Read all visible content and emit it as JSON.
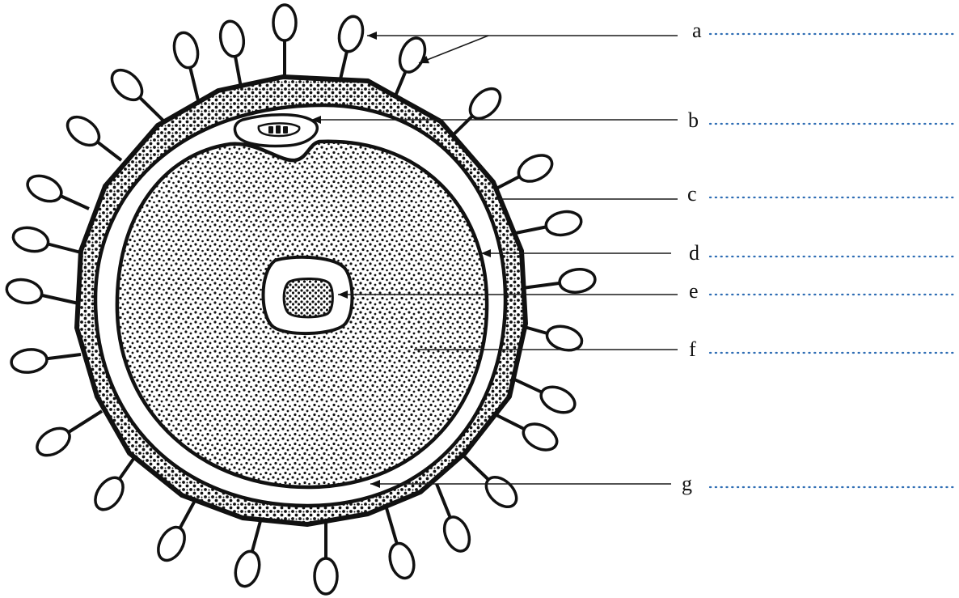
{
  "labels": [
    {
      "id": "a",
      "letter": "a"
    },
    {
      "id": "b",
      "letter": "b"
    },
    {
      "id": "c",
      "letter": "c"
    },
    {
      "id": "d",
      "letter": "d"
    },
    {
      "id": "e",
      "letter": "e"
    },
    {
      "id": "f",
      "letter": "f"
    },
    {
      "id": "g",
      "letter": "g"
    }
  ],
  "answer_line_color": "#2e6db4"
}
